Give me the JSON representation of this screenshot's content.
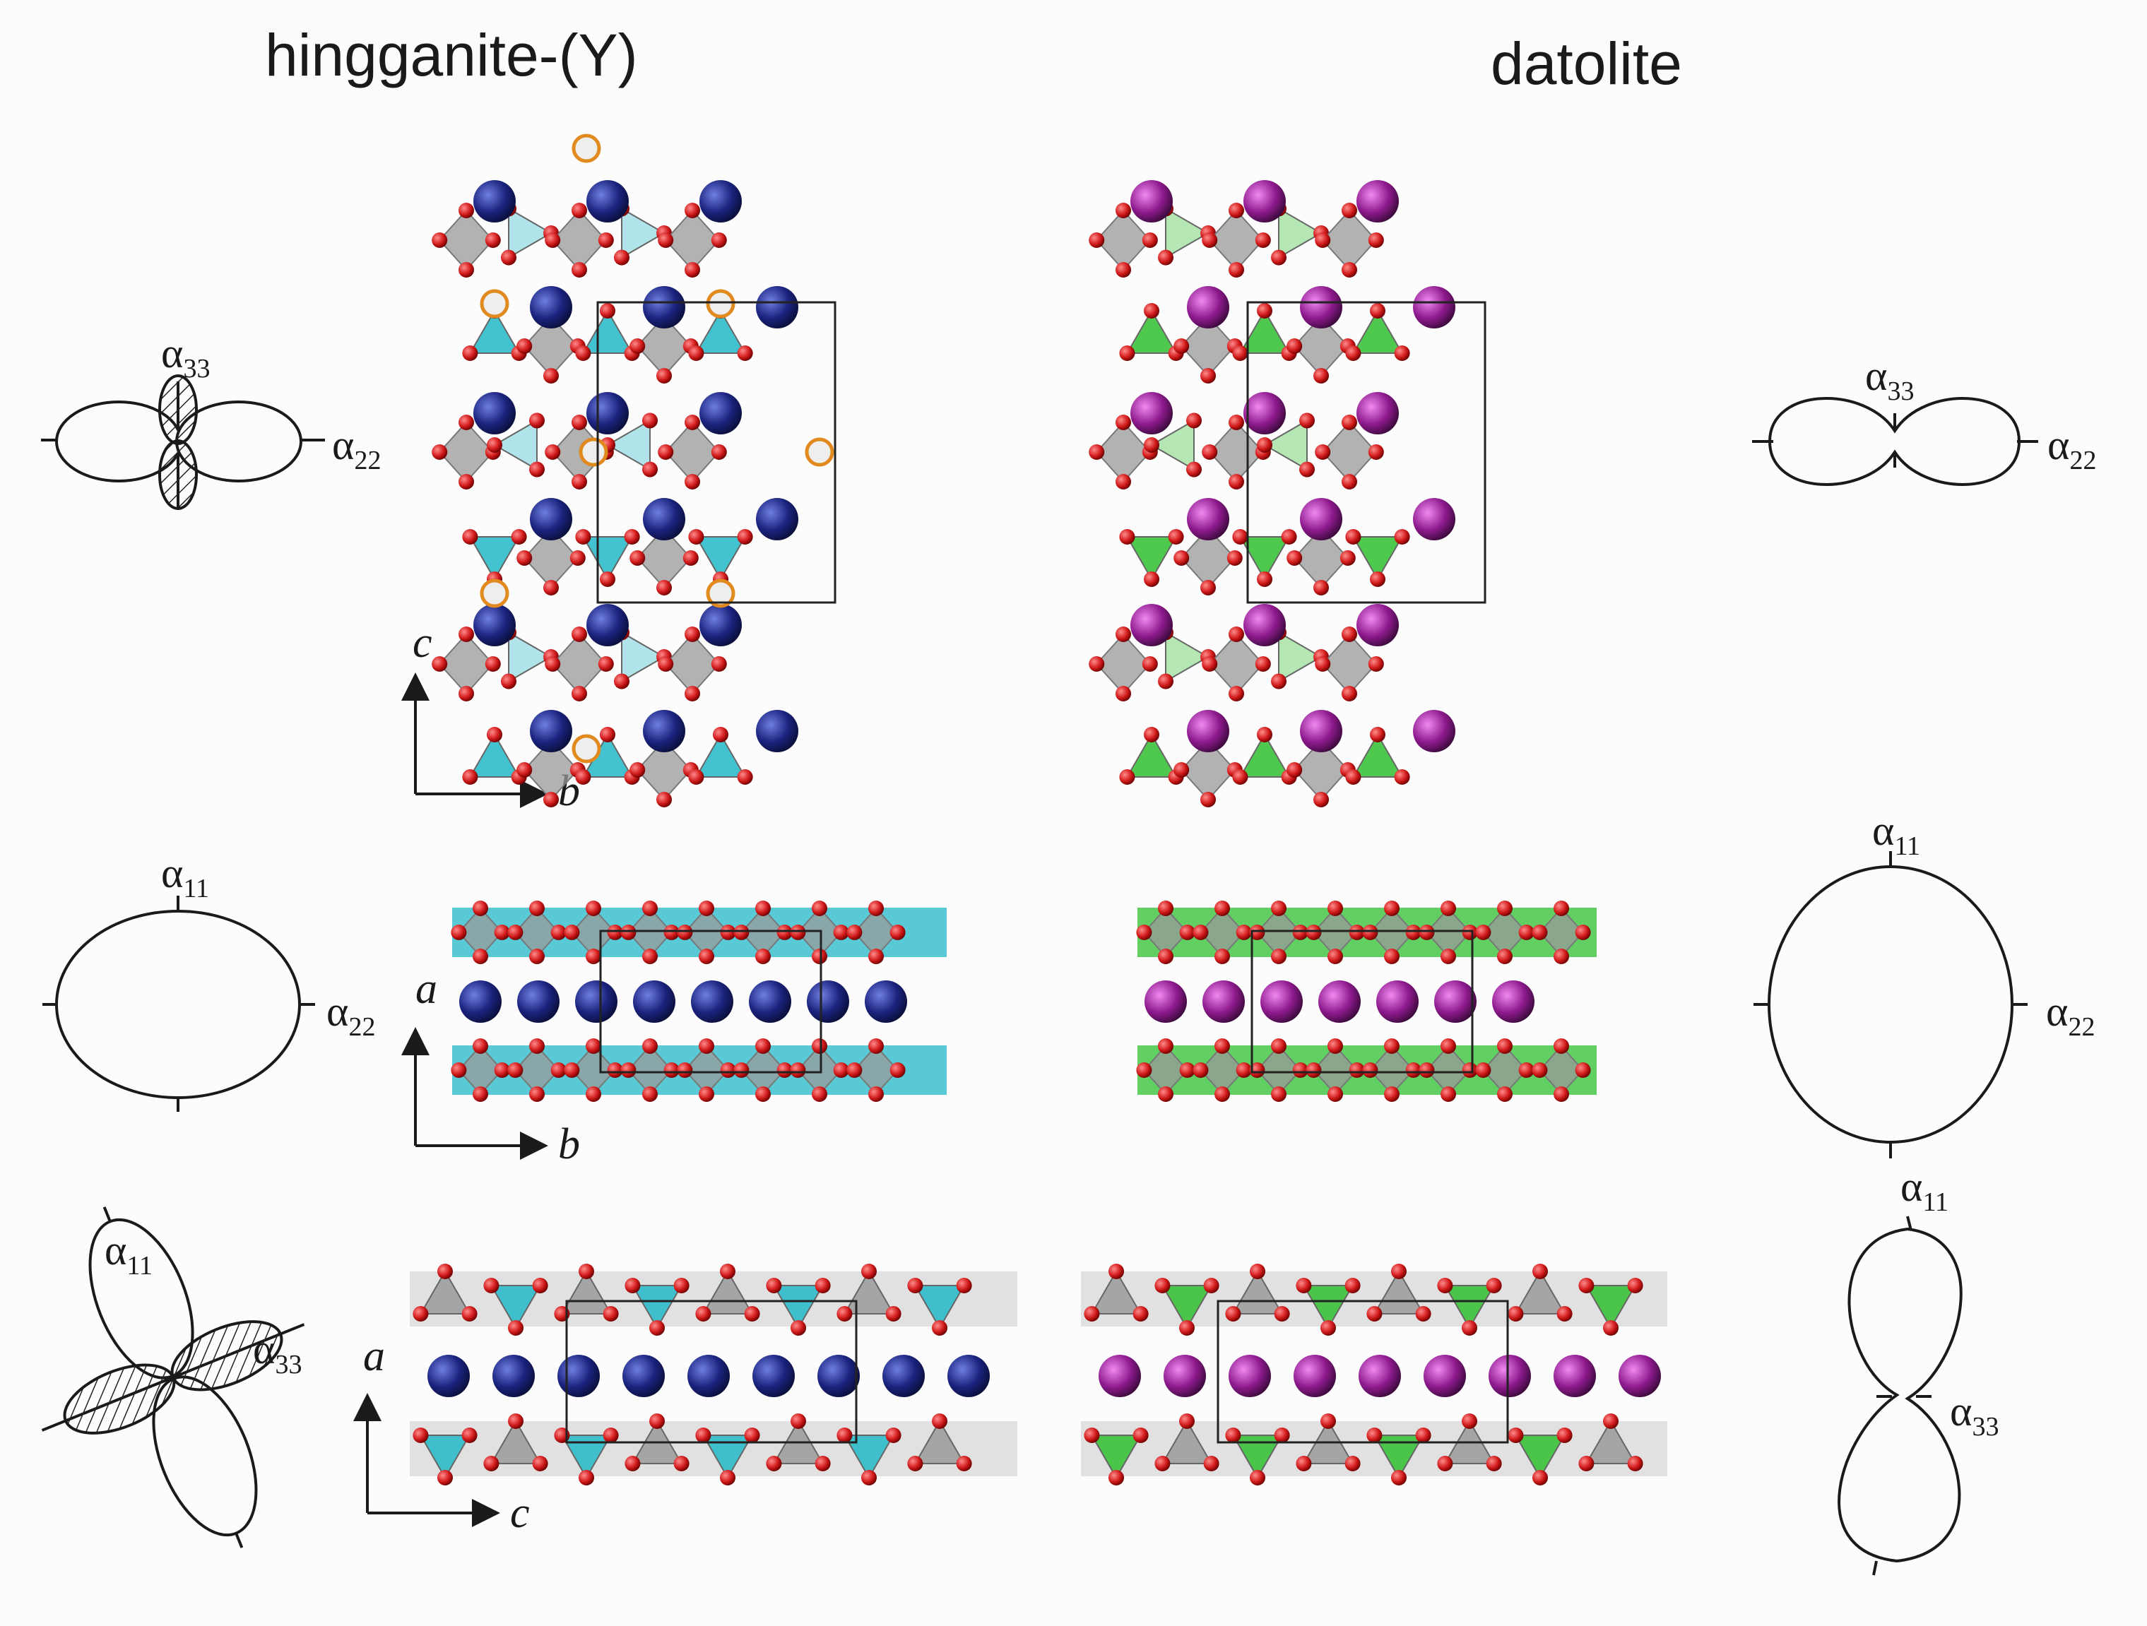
{
  "titles": {
    "left": "hingganite-(Y)",
    "right": "datolite"
  },
  "axes": {
    "c": "c",
    "b": "b",
    "a": "a"
  },
  "tensor_labels": {
    "a11": "α",
    "a11_sub": "11",
    "a22": "α",
    "a22_sub": "22",
    "a33": "α",
    "a33_sub": "33"
  },
  "colors": {
    "hingganite_cation": "#1a237e",
    "datolite_cation": "#8e1a8e",
    "oxygen": "#d11a1a",
    "hingganite_tetra": "#22b8c8",
    "datolite_tetra": "#2fc02f",
    "silicate_tetra": "#9a9a9a",
    "vacancy_site": "#e08a20"
  }
}
